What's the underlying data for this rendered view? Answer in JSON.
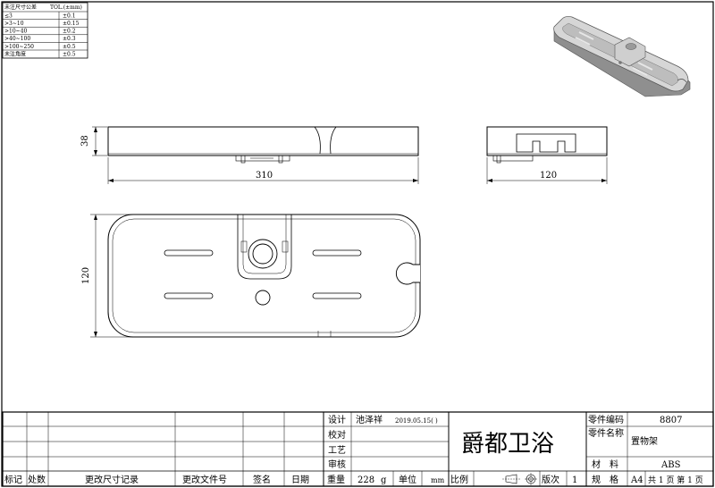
{
  "tolerance_table": {
    "header": [
      "未注尺寸公差",
      "TOL.(±mm)"
    ],
    "rows": [
      [
        "≤3",
        "±0.1"
      ],
      [
        ">3~10",
        "±0.15"
      ],
      [
        ">10~40",
        "±0.2"
      ],
      [
        ">40~100",
        "±0.3"
      ],
      [
        ">100~250",
        "±0.5"
      ],
      [
        "未注角度",
        "±0.5"
      ]
    ]
  },
  "dimensions": {
    "height_front": "38",
    "length_front": "310",
    "width_side": "120",
    "height_top": "120"
  },
  "title_block": {
    "design_label": "设计",
    "designer": "池泽祥",
    "date": "2019.05.15( )",
    "check_label": "校对",
    "process_label": "工艺",
    "review_label": "审核",
    "weight_label": "重量",
    "weight_value": "228",
    "weight_unit": "g",
    "unit_label": "单位",
    "unit_value": "mm",
    "scale_label": "比例",
    "version_label": "版次",
    "version_value": "1",
    "company": "爵都卫浴",
    "part_no_label": "零件编码",
    "part_no": "8807",
    "part_name_label": "零件名称",
    "part_name": "置物架",
    "material_label": "材　料",
    "material": "ABS",
    "spec_label": "规　格",
    "paper_size": "A4",
    "sheets": "共 1 页 第 1 页",
    "revision_headers": [
      "标记",
      "处数",
      "更改尺寸记录",
      "更改文件号",
      "签名",
      "日期"
    ]
  }
}
